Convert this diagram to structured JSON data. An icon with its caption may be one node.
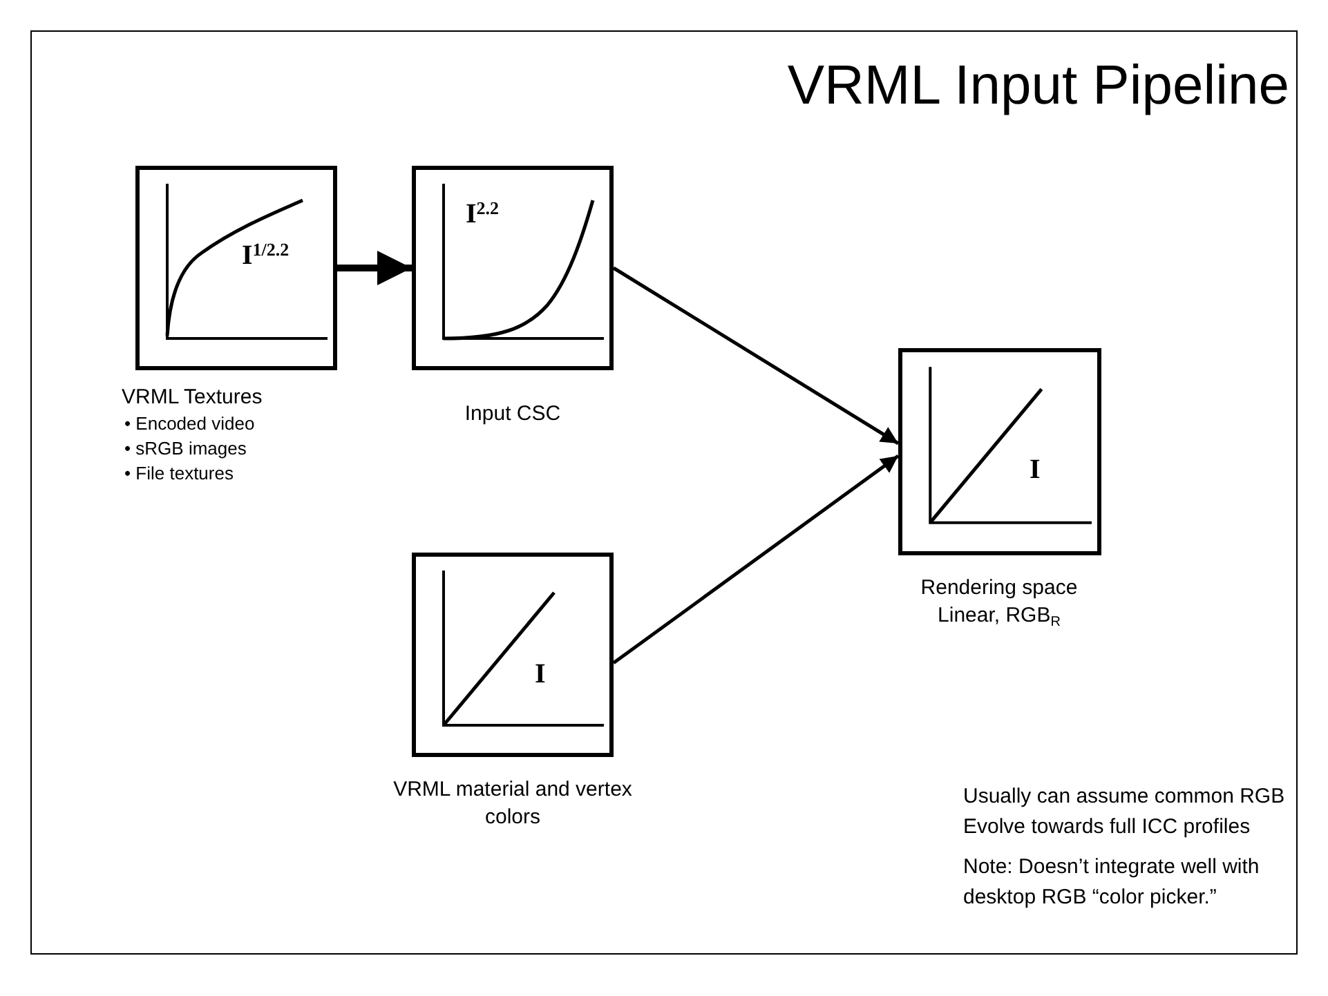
{
  "diagram": {
    "title": "VRML Input Pipeline",
    "nodes": [
      {
        "text": [
          "I$^{1/2.2}$"
        ],
        "beside": [
          "VRML Textures",
          "• Encoded video",
          "• sRGB images",
          "• File textures"
        ]
      },
      {
        "text": [
          "I$^{2.2}$"
        ],
        "beside": [
          "Input CSC"
        ]
      },
      {
        "text": [
          "I"
        ],
        "beside": [
          "Rendering space",
          "Linear, RGB$_{R}$"
        ]
      },
      {
        "text": [
          "I"
        ],
        "beside": [
          "VRML material and vertex colors"
        ]
      }
    ],
    "edges": [
      {
        "from": 0,
        "to": 1,
        "arrow": "to",
        "style": "thick"
      },
      {
        "from": 1,
        "to": 2,
        "arrow": "to"
      },
      {
        "from": 3,
        "to": 2,
        "arrow": "to"
      }
    ],
    "labels": [
      "Usually can assume common RGB",
      "Evolve towards full ICC profiles",
      "Note: Doesn’t integrate well with desktop RGB “color picker.”"
    ]
  }
}
